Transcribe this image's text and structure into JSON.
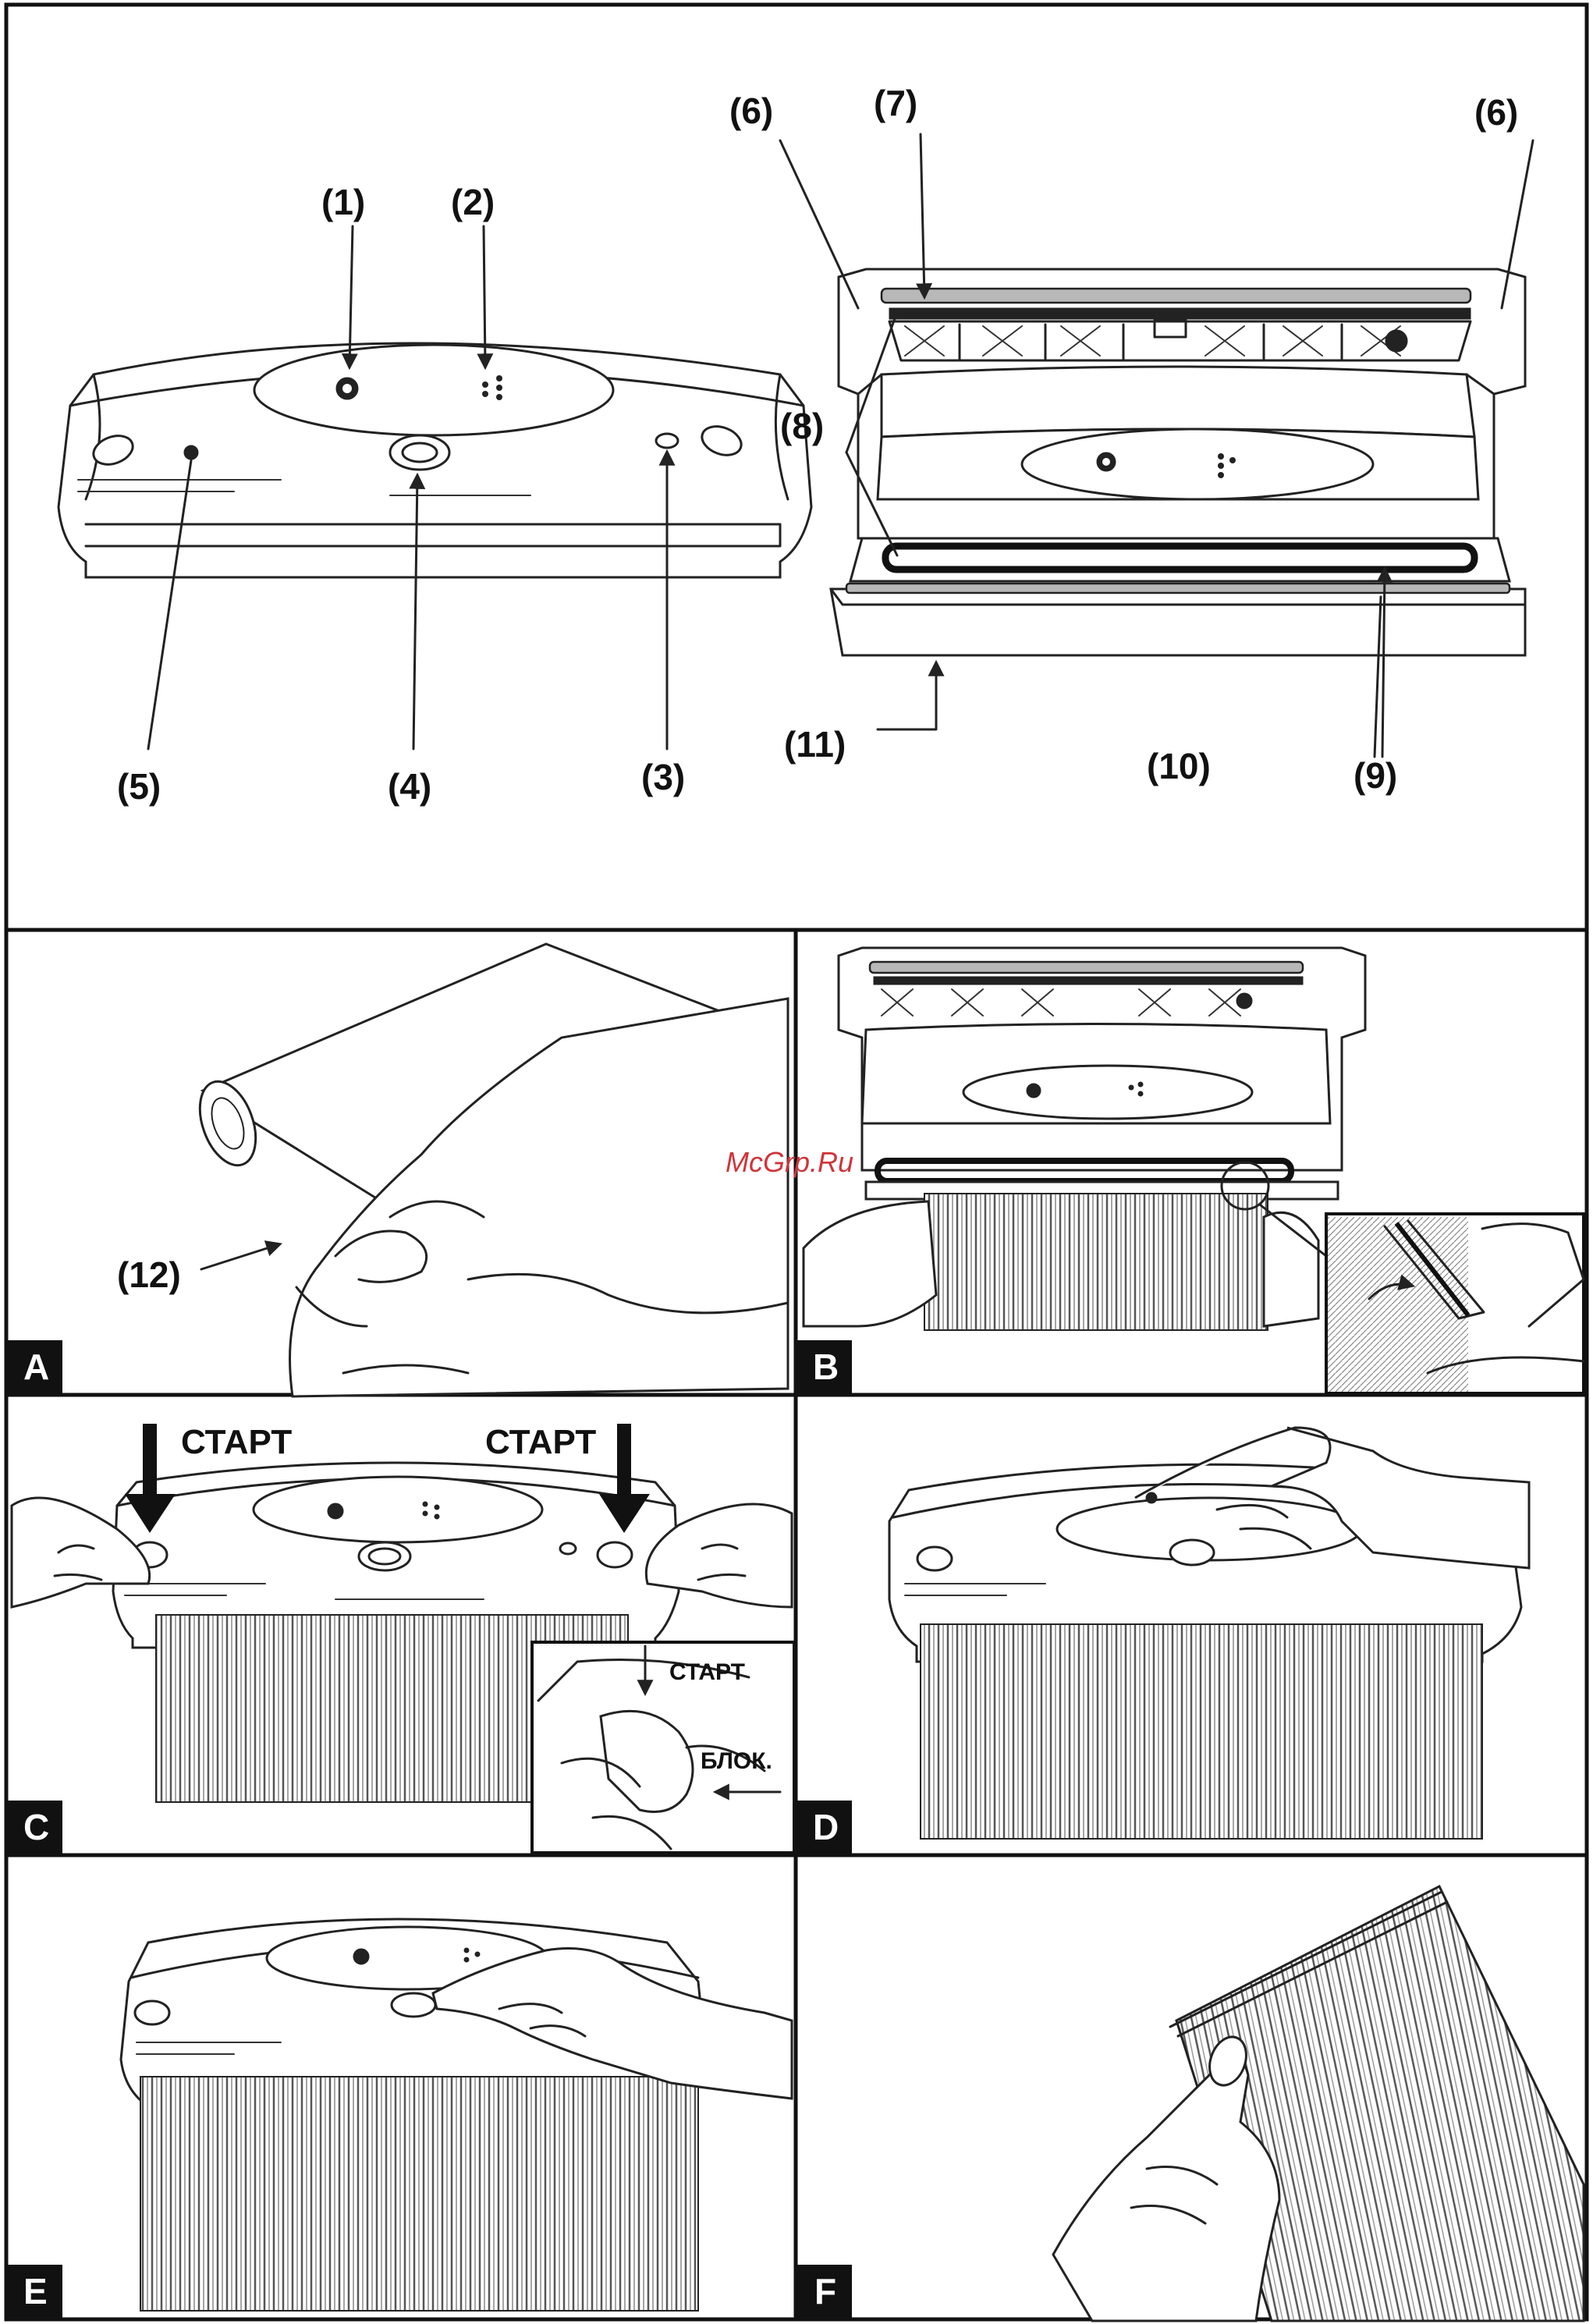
{
  "callouts": {
    "c1": "(1)",
    "c2": "(2)",
    "c3": "(3)",
    "c4": "(4)",
    "c5": "(5)",
    "c6a": "(6)",
    "c6b": "(6)",
    "c7": "(7)",
    "c8": "(8)",
    "c9": "(9)",
    "c10": "(10)",
    "c11": "(11)",
    "c12": "(12)"
  },
  "panels": {
    "a": "A",
    "b": "B",
    "c": "C",
    "d": "D",
    "e": "E",
    "f": "F"
  },
  "labels": {
    "start_left": "СТАРТ",
    "start_right": "СТАРТ",
    "start_inset": "СТАРТ",
    "lock_inset": "БЛОК."
  },
  "watermark": "McGrp.Ru",
  "colors": {
    "line": "#222222",
    "watermark": "#d0343a",
    "panel_letter_bg": "#111111"
  }
}
